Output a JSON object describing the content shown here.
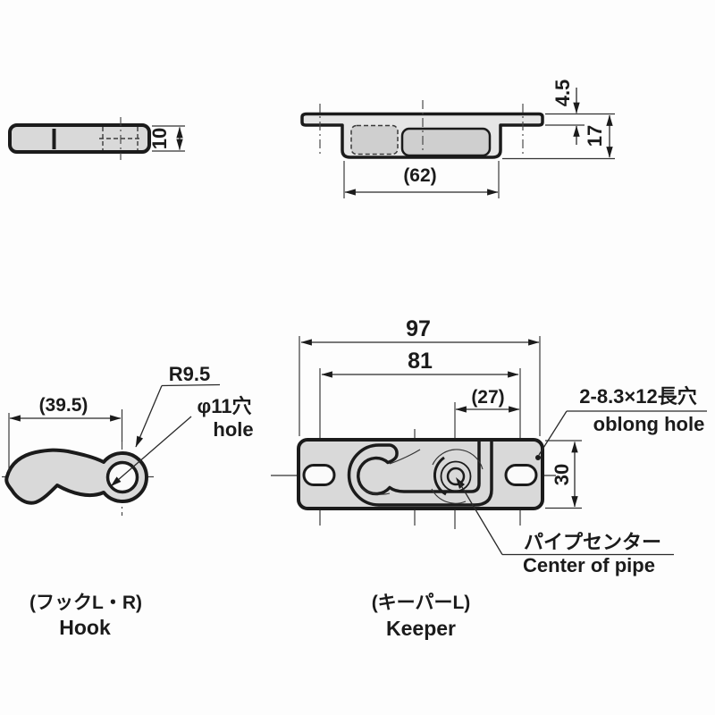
{
  "drawing": {
    "hook_side": {
      "dim_thickness": "10"
    },
    "keeper_section": {
      "dim_flange_thickness": "4.5",
      "dim_total_height": "17",
      "dim_body_width": "(62)"
    },
    "hook_front": {
      "dim_width": "(39.5)",
      "label_radius": "R9.5",
      "label_hole_jp": "φ11穴",
      "label_hole_en": "hole",
      "caption_jp": "(フックL・R)",
      "caption_en": "Hook"
    },
    "keeper_front": {
      "dim_overall_width": "97",
      "dim_hole_pitch": "81",
      "dim_pipe_offset": "(27)",
      "dim_height": "30",
      "label_oblong_jp": "2-8.3×12長穴",
      "label_oblong_en": "oblong hole",
      "label_pipe_center_jp": "パイプセンター",
      "label_pipe_center_en": "Center of pipe",
      "caption_jp": "(キーパーL)",
      "caption_en": "Keeper"
    },
    "colors": {
      "line": "#1b1b1b",
      "part_fill": "#d9d9d9",
      "background": "#fdfdfd"
    }
  }
}
